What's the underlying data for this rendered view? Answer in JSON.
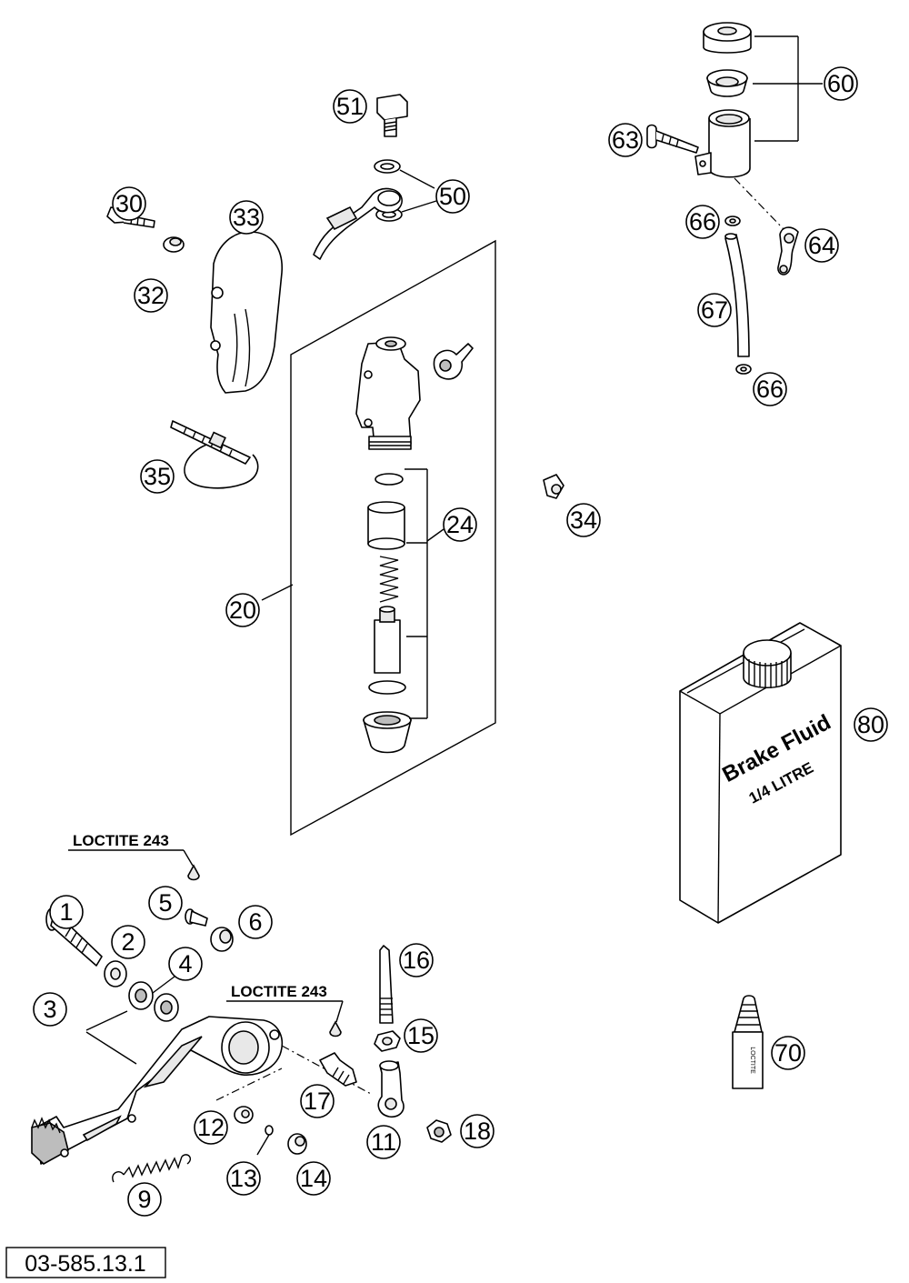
{
  "doc_number": "03-585.13.1",
  "callouts": {
    "c1": "1",
    "c2": "2",
    "c3": "3",
    "c4": "4",
    "c5": "5",
    "c6": "6",
    "c9": "9",
    "c11": "11",
    "c12": "12",
    "c13": "13",
    "c14": "14",
    "c15": "15",
    "c16": "16",
    "c17": "17",
    "c18": "18",
    "c20": "20",
    "c24": "24",
    "c30": "30",
    "c32": "32",
    "c33": "33",
    "c34": "34",
    "c35": "35",
    "c50": "50",
    "c51": "51",
    "c60": "60",
    "c63": "63",
    "c64": "64",
    "c66a": "66",
    "c66b": "66",
    "c67": "67",
    "c70": "70",
    "c80": "80"
  },
  "notes": {
    "loctite_left": "LOCTITE 243",
    "loctite_right": "LOCTITE 243"
  },
  "brake_fluid_can": {
    "line1": "Brake Fluid",
    "line2": "1/4 LITRE"
  },
  "loctite_tube_label": "LOCTITE"
}
